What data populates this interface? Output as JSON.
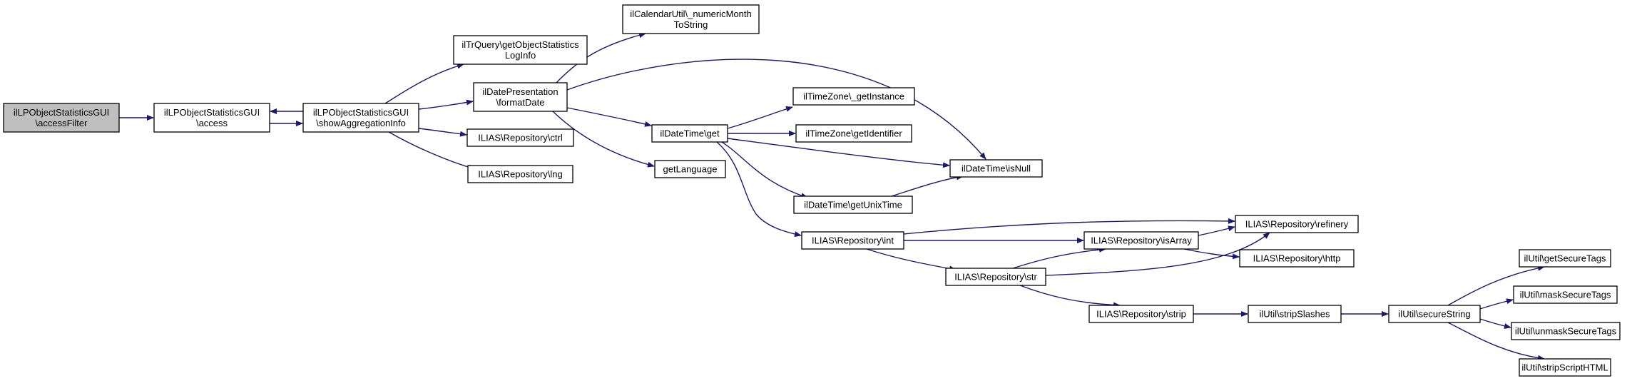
{
  "colors": {
    "edge": "#191970",
    "node_fill": "#ffffff",
    "node_border": "#000000",
    "root_fill": "#bfbfbf",
    "truncated_border": "#ff0000"
  },
  "nodes": [
    {
      "id": "accessFilter",
      "lines": [
        "ilLPObjectStatisticsGUI",
        "\\accessFilter"
      ],
      "style": "root"
    },
    {
      "id": "access",
      "lines": [
        "ilLPObjectStatisticsGUI",
        "\\access"
      ],
      "style": "normal"
    },
    {
      "id": "showAggregationInfo",
      "lines": [
        "ilLPObjectStatisticsGUI",
        "\\showAggregationInfo"
      ],
      "style": "normal"
    },
    {
      "id": "getObjectStatisticsLogInfo",
      "lines": [
        "ilTrQuery\\getObjectStatistics",
        "LogInfo"
      ],
      "style": "normal"
    },
    {
      "id": "formatDate",
      "lines": [
        "ilDatePresentation",
        "\\formatDate"
      ],
      "style": "normal"
    },
    {
      "id": "repo_ctrl",
      "lines": [
        "ILIAS\\Repository\\ctrl"
      ],
      "style": "normal"
    },
    {
      "id": "repo_lng",
      "lines": [
        "ILIAS\\Repository\\lng"
      ],
      "style": "normal"
    },
    {
      "id": "numericMonthToString",
      "lines": [
        "ilCalendarUtil\\_numericMonth",
        "ToString"
      ],
      "style": "normal"
    },
    {
      "id": "dateTimeGet",
      "lines": [
        "ilDateTime\\get"
      ],
      "style": "normal"
    },
    {
      "id": "getLanguage",
      "lines": [
        "getLanguage"
      ],
      "style": "normal"
    },
    {
      "id": "tzGetInstance",
      "lines": [
        "ilTimeZone\\_getInstance"
      ],
      "style": "normal"
    },
    {
      "id": "tzGetIdentifier",
      "lines": [
        "ilTimeZone\\getIdentifier"
      ],
      "style": "normal"
    },
    {
      "id": "isNull",
      "lines": [
        "ilDateTime\\isNull"
      ],
      "style": "normal"
    },
    {
      "id": "getUnixTime",
      "lines": [
        "ilDateTime\\getUnixTime"
      ],
      "style": "normal"
    },
    {
      "id": "repo_int",
      "lines": [
        "ILIAS\\Repository\\int"
      ],
      "style": "normal"
    },
    {
      "id": "repo_refinery",
      "lines": [
        "ILIAS\\Repository\\refinery"
      ],
      "style": "normal"
    },
    {
      "id": "repo_isArray",
      "lines": [
        "ILIAS\\Repository\\isArray"
      ],
      "style": "normal"
    },
    {
      "id": "repo_http",
      "lines": [
        "ILIAS\\Repository\\http"
      ],
      "style": "normal"
    },
    {
      "id": "repo_str",
      "lines": [
        "ILIAS\\Repository\\str"
      ],
      "style": "normal"
    },
    {
      "id": "repo_strip",
      "lines": [
        "ILIAS\\Repository\\strip"
      ],
      "style": "normal"
    },
    {
      "id": "stripSlashes",
      "lines": [
        "ilUtil\\stripSlashes"
      ],
      "style": "normal"
    },
    {
      "id": "secureString",
      "lines": [
        "ilUtil\\secureString"
      ],
      "style": "normal"
    },
    {
      "id": "getSecureTags",
      "lines": [
        "ilUtil\\getSecureTags"
      ],
      "style": "normal"
    },
    {
      "id": "maskSecureTags",
      "lines": [
        "ilUtil\\maskSecureTags"
      ],
      "style": "truncated"
    },
    {
      "id": "unmaskSecureTags",
      "lines": [
        "ilUtil\\unmaskSecureTags"
      ],
      "style": "truncated"
    },
    {
      "id": "stripScriptHTML",
      "lines": [
        "ilUtil\\stripScriptHTML"
      ],
      "style": "normal"
    }
  ],
  "edges": [
    {
      "from": "accessFilter",
      "to": "access"
    },
    {
      "from": "access",
      "to": "showAggregationInfo"
    },
    {
      "from": "showAggregationInfo",
      "to": "access"
    },
    {
      "from": "showAggregationInfo",
      "to": "getObjectStatisticsLogInfo"
    },
    {
      "from": "showAggregationInfo",
      "to": "formatDate"
    },
    {
      "from": "showAggregationInfo",
      "to": "repo_ctrl"
    },
    {
      "from": "showAggregationInfo",
      "to": "repo_lng"
    },
    {
      "from": "formatDate",
      "to": "numericMonthToString"
    },
    {
      "from": "formatDate",
      "to": "isNull"
    },
    {
      "from": "formatDate",
      "to": "dateTimeGet"
    },
    {
      "from": "formatDate",
      "to": "getLanguage"
    },
    {
      "from": "dateTimeGet",
      "to": "tzGetInstance"
    },
    {
      "from": "dateTimeGet",
      "to": "tzGetIdentifier"
    },
    {
      "from": "dateTimeGet",
      "to": "isNull"
    },
    {
      "from": "dateTimeGet",
      "to": "getUnixTime"
    },
    {
      "from": "dateTimeGet",
      "to": "repo_int"
    },
    {
      "from": "getUnixTime",
      "to": "isNull"
    },
    {
      "from": "repo_int",
      "to": "repo_refinery"
    },
    {
      "from": "repo_int",
      "to": "repo_isArray"
    },
    {
      "from": "repo_int",
      "to": "repo_str"
    },
    {
      "from": "repo_isArray",
      "to": "repo_refinery"
    },
    {
      "from": "repo_isArray",
      "to": "repo_http"
    },
    {
      "from": "repo_str",
      "to": "repo_isArray"
    },
    {
      "from": "repo_str",
      "to": "repo_refinery"
    },
    {
      "from": "repo_str",
      "to": "repo_strip"
    },
    {
      "from": "repo_strip",
      "to": "stripSlashes"
    },
    {
      "from": "stripSlashes",
      "to": "secureString"
    },
    {
      "from": "secureString",
      "to": "getSecureTags"
    },
    {
      "from": "secureString",
      "to": "maskSecureTags"
    },
    {
      "from": "secureString",
      "to": "unmaskSecureTags"
    },
    {
      "from": "secureString",
      "to": "stripScriptHTML"
    }
  ]
}
